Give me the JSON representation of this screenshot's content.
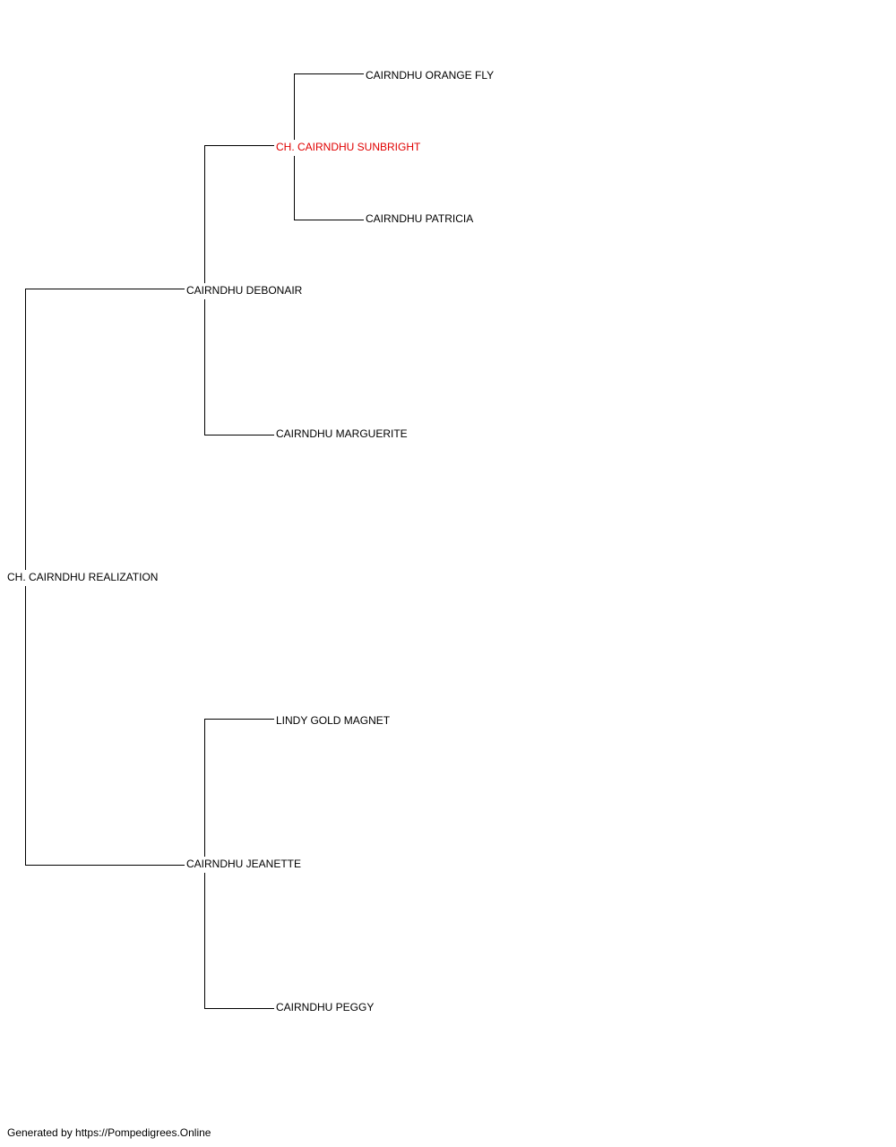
{
  "pedigree": {
    "subject": {
      "name": "CH. CAIRNDHU REALIZATION"
    },
    "sire": {
      "name": "CAIRNDHU DEBONAIR"
    },
    "dam": {
      "name": "CAIRNDHU JEANETTE"
    },
    "sire_sire": {
      "name": "CH. CAIRNDHU SUNBRIGHT",
      "highlighted": true
    },
    "sire_dam": {
      "name": "CAIRNDHU MARGUERITE"
    },
    "dam_sire": {
      "name": "LINDY GOLD MAGNET"
    },
    "dam_dam": {
      "name": "CAIRNDHU PEGGY"
    },
    "sire_sire_sire": {
      "name": "CAIRNDHU ORANGE FLY"
    },
    "sire_sire_dam": {
      "name": "CAIRNDHU PATRICIA"
    }
  },
  "colors": {
    "line": "#000000",
    "text": "#000000",
    "highlight": "#e00000"
  },
  "footer": {
    "text": "Generated by https://Pompedigrees.Online"
  }
}
